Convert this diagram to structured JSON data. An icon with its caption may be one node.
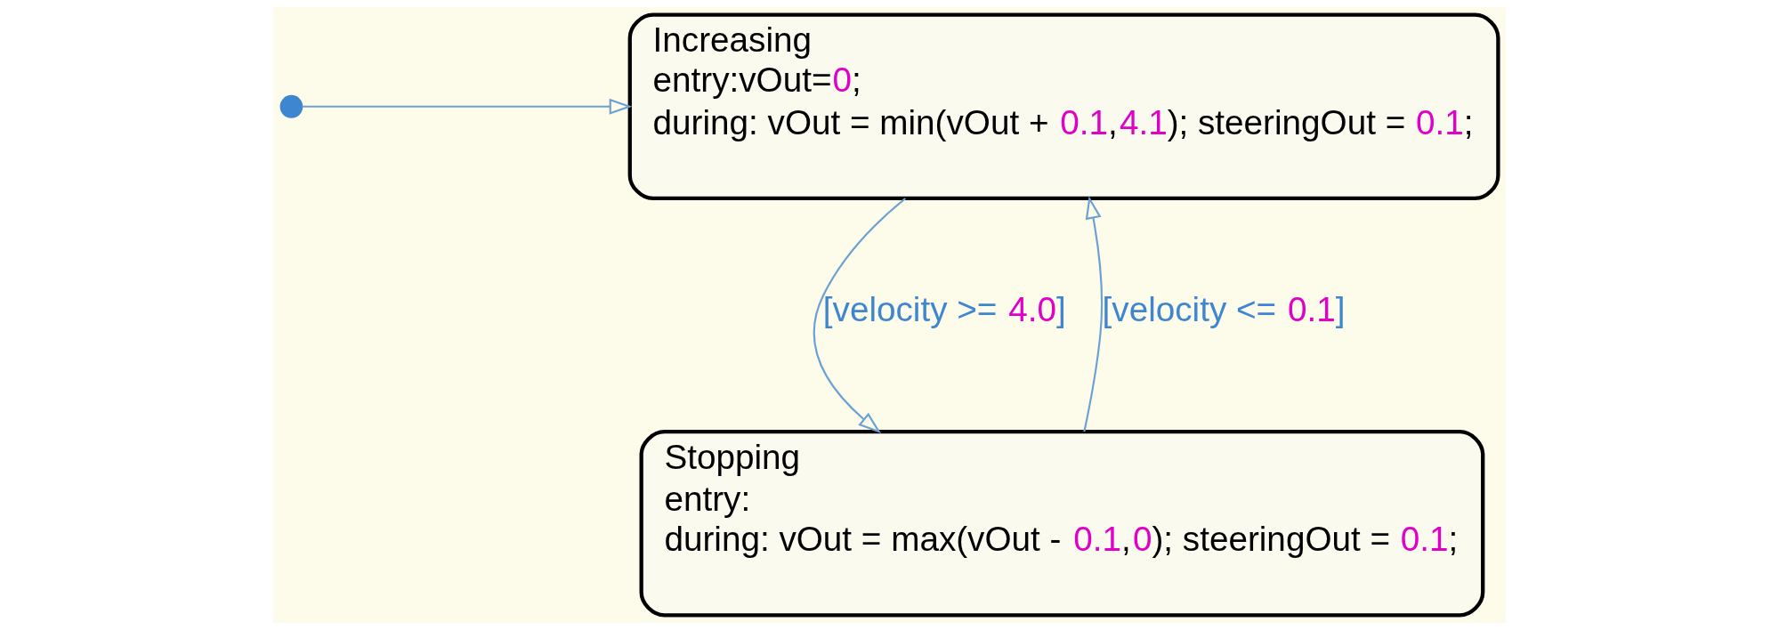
{
  "diagram": {
    "nodes": [
      {
        "text": [],
        "shape": "circle"
      },
      {
        "text": [
          "Increasing",
          "entry:vOut=0;",
          "during: vOut = min(vOut + 0.1,4.1); steeringOut = 0.1;"
        ]
      },
      {
        "text": [
          "Stopping",
          "entry:",
          "during: vOut = max(vOut - 0.1,0); steeringOut = 0.1;"
        ]
      }
    ],
    "edges": [
      {
        "from": 0,
        "to": 1,
        "arrow": "to"
      },
      {
        "from": 1,
        "to": 2,
        "arrow": "to",
        "label": "[velocity >= 4.0]"
      },
      {
        "from": 2,
        "to": 1,
        "arrow": "to",
        "label": "[velocity <= 0.1]"
      }
    ]
  }
}
